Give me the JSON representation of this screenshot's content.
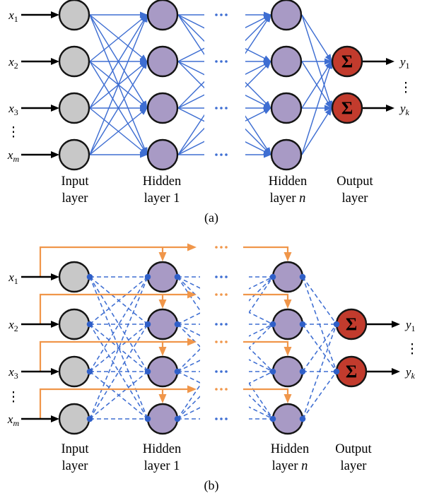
{
  "figure": {
    "structure": {
      "input_nodes": 4,
      "hidden_nodes_per_layer": 4,
      "hidden_layers_shown": 2,
      "output_nodes": 2
    },
    "colors": {
      "input_node_fill": "#c8c8c8",
      "hidden_node_fill": "#a89ac5",
      "output_node_fill": "#c23b2d",
      "node_stroke": "#141414",
      "blue_edge": "#3e6ed2",
      "blue_dot": "#2f5fc8",
      "orange_edge": "#f0964a",
      "black": "#000000",
      "background": "#ffffff"
    },
    "panel_a": {
      "caption": "(a)",
      "sum_symbol": "Σ",
      "input_ellipsis": "⋮",
      "output_ellipsis": "⋮",
      "continuation_dots": "…",
      "inputs": [
        {
          "var": "x",
          "sub": "1"
        },
        {
          "var": "x",
          "sub": "2"
        },
        {
          "var": "x",
          "sub": "3"
        },
        {
          "var": "x",
          "sub": "m"
        }
      ],
      "outputs": [
        {
          "var": "y",
          "sub": "1"
        },
        {
          "var": "y",
          "sub": "k"
        }
      ],
      "layer_labels": [
        {
          "line1": "Input",
          "line2": "layer",
          "suffix": "",
          "suffix_italic": false
        },
        {
          "line1": "Hidden",
          "line2": "layer",
          "suffix": "1",
          "suffix_italic": false
        },
        {
          "line1": "Hidden",
          "line2": "layer",
          "suffix": "n",
          "suffix_italic": true
        },
        {
          "line1": "Output",
          "line2": "layer",
          "suffix": "",
          "suffix_italic": false
        }
      ]
    },
    "panel_b": {
      "caption": "(b)",
      "sum_symbol": "Σ",
      "input_ellipsis": "⋮",
      "output_ellipsis": "⋮",
      "continuation_dots": "…",
      "inputs": [
        {
          "var": "x",
          "sub": "1"
        },
        {
          "var": "x",
          "sub": "2"
        },
        {
          "var": "x",
          "sub": "3"
        },
        {
          "var": "x",
          "sub": "m"
        }
      ],
      "outputs": [
        {
          "var": "y",
          "sub": "1"
        },
        {
          "var": "y",
          "sub": "k"
        }
      ],
      "layer_labels": [
        {
          "line1": "Input",
          "line2": "layer",
          "suffix": "",
          "suffix_italic": false
        },
        {
          "line1": "Hidden",
          "line2": "layer",
          "suffix": "1",
          "suffix_italic": false
        },
        {
          "line1": "Hidden",
          "line2": "layer",
          "suffix": "n",
          "suffix_italic": true
        },
        {
          "line1": "Output",
          "line2": "layer",
          "suffix": "",
          "suffix_italic": false
        }
      ]
    }
  }
}
